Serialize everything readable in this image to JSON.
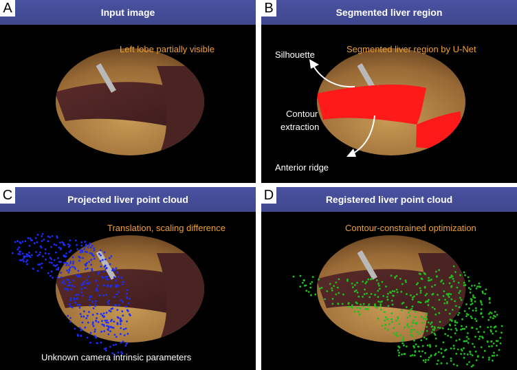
{
  "panels": {
    "a": {
      "letter": "A",
      "title": "Input image",
      "note": "Left lobe partially visible"
    },
    "b": {
      "letter": "B",
      "title": "Segmented liver region",
      "note": "Segmented liver region by U-Net",
      "label_silhouette": "Silhouette",
      "label_contour_line1": "Contour",
      "label_contour_line2": "extraction",
      "label_anterior": "Anterior ridge"
    },
    "c": {
      "letter": "C",
      "title": "Projected liver point cloud",
      "note": "Translation, scaling difference",
      "bottom_note": "Unknown camera intrinsic parameters"
    },
    "d": {
      "letter": "D",
      "title": "Registered liver point cloud",
      "note": "Contour-constrained optimization"
    }
  },
  "colors": {
    "header": "#434b96",
    "note": "#f0a030",
    "segment": "#ff1a1a",
    "blue_points": "#1a2cff",
    "green_points": "#1fbf1f"
  }
}
